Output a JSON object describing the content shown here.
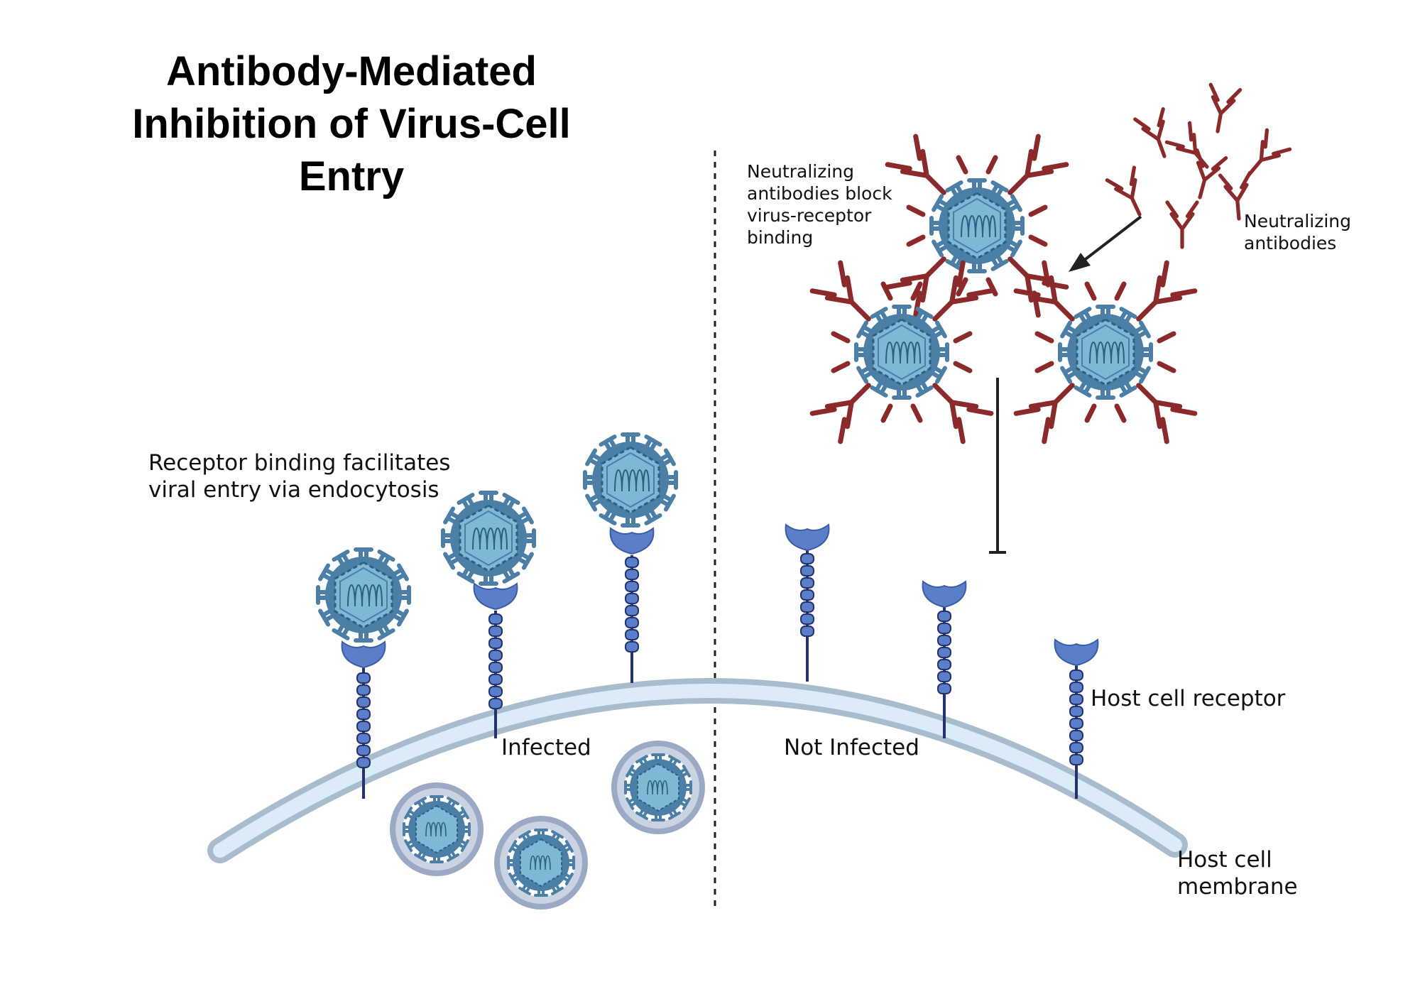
{
  "title": {
    "line1": "Antibody-Mediated",
    "line2": "Inhibition of Virus-Cell",
    "line3": "Entry"
  },
  "labels": {
    "receptor_binding_line1": "Receptor binding facilitates",
    "receptor_binding_line2": "viral entry via endocytosis",
    "infected": "Infected",
    "not_infected": "Not Infected",
    "host_cell_receptor": "Host cell receptor",
    "host_cell_membrane_line1": "Host cell",
    "host_cell_membrane_line2": "membrane",
    "neutralizing_block_line1": "Neutralizing",
    "neutralizing_block_line2": "antibodies block",
    "neutralizing_block_line3": "virus-receptor",
    "neutralizing_block_line4": "binding",
    "neutralizing_antibodies_line1": "Neutralizing",
    "neutralizing_antibodies_line2": "antibodies"
  },
  "colors": {
    "virus_outer": "#4b7fa6",
    "virus_fill": "#7fb8d4",
    "virus_dark": "#2f5f80",
    "receptor": "#5b7ec9",
    "receptor_stem": "#24336e",
    "antibody": "#8b2a2a",
    "membrane_outer": "#a9bccd",
    "membrane_inner": "#dcebf8",
    "vesicle_outer": "#9aaac4",
    "vesicle_ring": "#c9d3e2"
  }
}
